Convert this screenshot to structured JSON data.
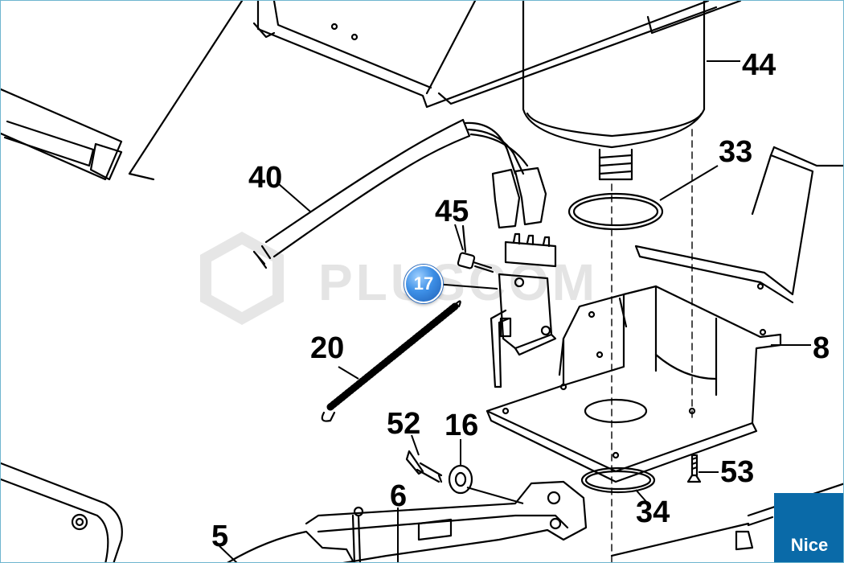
{
  "diagram": {
    "callouts": [
      {
        "id": "44",
        "label": "44"
      },
      {
        "id": "33",
        "label": "33"
      },
      {
        "id": "40",
        "label": "40"
      },
      {
        "id": "45",
        "label": "45"
      },
      {
        "id": "20",
        "label": "20"
      },
      {
        "id": "8",
        "label": "8"
      },
      {
        "id": "52",
        "label": "52"
      },
      {
        "id": "16",
        "label": "16"
      },
      {
        "id": "53",
        "label": "53"
      },
      {
        "id": "6",
        "label": "6"
      },
      {
        "id": "34",
        "label": "34"
      },
      {
        "id": "5",
        "label": "5"
      }
    ],
    "selected_part": "17",
    "watermark": "PLUSCOM",
    "brand": "Nice"
  },
  "colors": {
    "line": "#000000",
    "badge": "#3d8fe6",
    "brand_bg": "#0a6aa8",
    "frame": "#6fb6cf"
  }
}
